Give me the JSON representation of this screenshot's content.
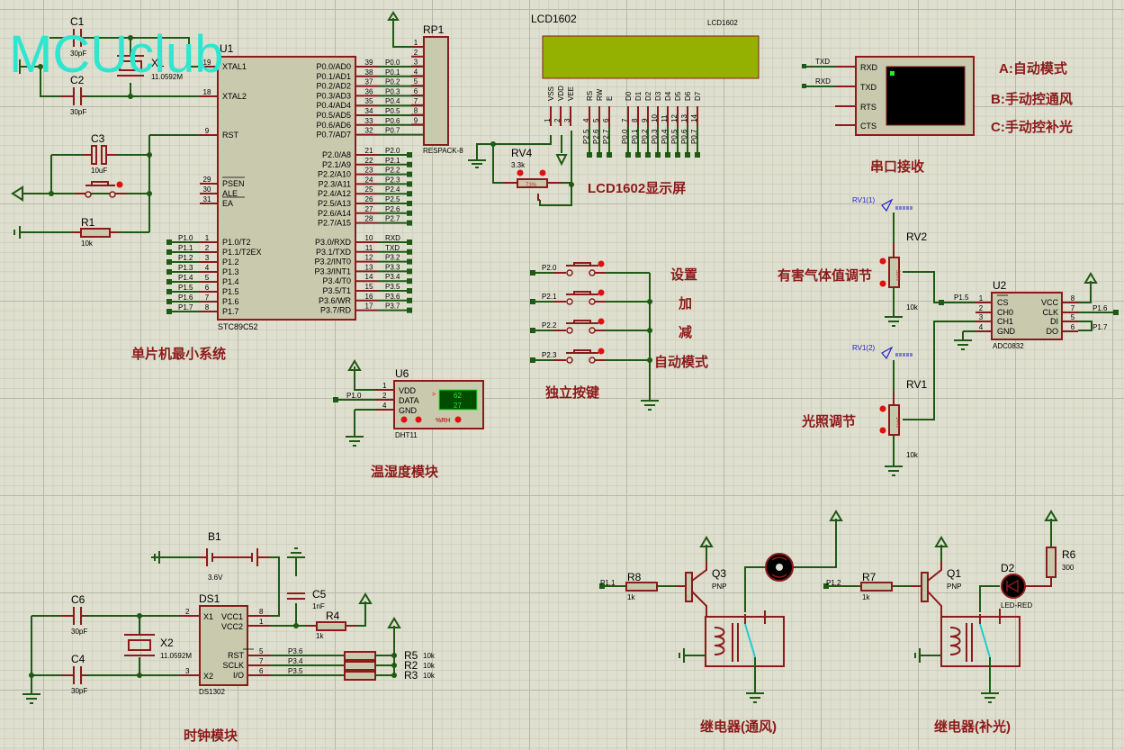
{
  "watermark": "MCUclub",
  "mcu": {
    "ref": "U1",
    "part": "STC89C52",
    "left_pins": [
      {
        "num": "19",
        "name": "XTAL1"
      },
      {
        "num": "18",
        "name": "XTAL2"
      },
      {
        "num": "9",
        "name": "RST"
      },
      {
        "num": "29",
        "name": "PSEN"
      },
      {
        "num": "30",
        "name": "ALE"
      },
      {
        "num": "31",
        "name": "EA"
      },
      {
        "num": "1",
        "name": "P1.0/T2",
        "net": "P1.0"
      },
      {
        "num": "2",
        "name": "P1.1/T2EX",
        "net": "P1.1"
      },
      {
        "num": "3",
        "name": "P1.2",
        "net": "P1.2"
      },
      {
        "num": "4",
        "name": "P1.3",
        "net": "P1.3"
      },
      {
        "num": "5",
        "name": "P1.4",
        "net": "P1.4"
      },
      {
        "num": "6",
        "name": "P1.5",
        "net": "P1.5"
      },
      {
        "num": "7",
        "name": "P1.6",
        "net": "P1.6"
      },
      {
        "num": "8",
        "name": "P1.7",
        "net": "P1.7"
      }
    ],
    "right_pins": [
      {
        "num": "39",
        "name": "P0.0/AD0",
        "net": "P0.0"
      },
      {
        "num": "38",
        "name": "P0.1/AD1",
        "net": "P0.1"
      },
      {
        "num": "37",
        "name": "P0.2/AD2",
        "net": "P0.2"
      },
      {
        "num": "36",
        "name": "P0.3/AD3",
        "net": "P0.3"
      },
      {
        "num": "35",
        "name": "P0.4/AD4",
        "net": "P0.4"
      },
      {
        "num": "34",
        "name": "P0.5/AD5",
        "net": "P0.5"
      },
      {
        "num": "33",
        "name": "P0.6/AD6",
        "net": "P0.6"
      },
      {
        "num": "32",
        "name": "P0.7/AD7",
        "net": "P0.7"
      },
      {
        "num": "21",
        "name": "P2.0/A8",
        "net": "P2.0"
      },
      {
        "num": "22",
        "name": "P2.1/A9",
        "net": "P2.1"
      },
      {
        "num": "23",
        "name": "P2.2/A10",
        "net": "P2.2"
      },
      {
        "num": "24",
        "name": "P2.3/A11",
        "net": "P2.3"
      },
      {
        "num": "25",
        "name": "P2.4/A12",
        "net": "P2.4"
      },
      {
        "num": "26",
        "name": "P2.5/A13",
        "net": "P2.5"
      },
      {
        "num": "27",
        "name": "P2.6/A14",
        "net": "P2.6"
      },
      {
        "num": "28",
        "name": "P2.7/A15",
        "net": "P2.7"
      },
      {
        "num": "10",
        "name": "P3.0/RXD",
        "net": "RXD"
      },
      {
        "num": "11",
        "name": "P3.1/TXD",
        "net": "TXD"
      },
      {
        "num": "12",
        "name": "P3.2/INT0",
        "net": "P3.2"
      },
      {
        "num": "13",
        "name": "P3.3/INT1",
        "net": "P3.3"
      },
      {
        "num": "14",
        "name": "P3.4/T0",
        "net": "P3.4"
      },
      {
        "num": "15",
        "name": "P3.5/T1",
        "net": "P3.5"
      },
      {
        "num": "16",
        "name": "P3.6/WR",
        "net": "P3.6"
      },
      {
        "num": "17",
        "name": "P3.7/RD",
        "net": "P3.7"
      }
    ]
  },
  "osc": {
    "c1": {
      "ref": "C1",
      "value": "30pF"
    },
    "c2": {
      "ref": "C2",
      "value": "30pF"
    },
    "x1": {
      "ref": "X1",
      "value": "11.0592M"
    },
    "c3": {
      "ref": "C3",
      "value": "10uF"
    },
    "r1": {
      "ref": "R1",
      "value": "10k"
    }
  },
  "rp1": {
    "ref": "RP1",
    "part": "RESPACK-8",
    "pins": [
      "1",
      "2",
      "3",
      "4",
      "5",
      "6",
      "7",
      "8",
      "9"
    ]
  },
  "lcd": {
    "ref": "LCD1602",
    "part": "LCD1602",
    "pins": [
      {
        "name": "VSS",
        "num": "1"
      },
      {
        "name": "VDD",
        "num": "2"
      },
      {
        "name": "VEE",
        "num": "3"
      },
      {
        "name": "RS",
        "num": "4",
        "net": "P2.5"
      },
      {
        "name": "RW",
        "num": "5",
        "net": "P2.6"
      },
      {
        "name": "E",
        "num": "6",
        "net": "P2.7"
      },
      {
        "name": "D0",
        "num": "7",
        "net": "P0.0"
      },
      {
        "name": "D1",
        "num": "8",
        "net": "P0.1"
      },
      {
        "name": "D2",
        "num": "9",
        "net": "P0.2"
      },
      {
        "name": "D3",
        "num": "10",
        "net": "P0.3"
      },
      {
        "name": "D4",
        "num": "11",
        "net": "P0.4"
      },
      {
        "name": "D5",
        "num": "12",
        "net": "P0.5"
      },
      {
        "name": "D6",
        "num": "13",
        "net": "P0.6"
      },
      {
        "name": "D7",
        "num": "14",
        "net": "P0.7"
      }
    ],
    "rv4": {
      "ref": "RV4",
      "value": "3.3k",
      "percent": "73%"
    },
    "section_label": "LCD1602显示屏"
  },
  "serial": {
    "pins": [
      "RXD",
      "TXD",
      "RTS",
      "CTS"
    ],
    "nets": [
      "TXD",
      "RXD"
    ],
    "section_label": "串口接收",
    "modes": [
      "A:自动模式",
      "B:手动控通风",
      "C:手动控补光"
    ]
  },
  "adc": {
    "ref": "U2",
    "part": "ADC0832",
    "left_pins": [
      {
        "num": "1",
        "name": "CS",
        "net": "P1.5"
      },
      {
        "num": "2",
        "name": "CH0"
      },
      {
        "num": "3",
        "name": "CH1"
      },
      {
        "num": "4",
        "name": "GND"
      }
    ],
    "right_pins": [
      {
        "num": "8",
        "name": "VCC"
      },
      {
        "num": "7",
        "name": "CLK",
        "net": "P1.6"
      },
      {
        "num": "5",
        "name": "DI"
      },
      {
        "num": "6",
        "name": "DO",
        "net": "P1.7"
      }
    ],
    "rv2": {
      "ref": "RV2",
      "value": "10k",
      "percent": "36%",
      "probe": "RV1(1)",
      "label": "有害气体值调节"
    },
    "rv1": {
      "ref": "RV1",
      "value": "10k",
      "percent": "14%",
      "probe": "RV1(2)",
      "label": "光照调节"
    }
  },
  "buttons": {
    "items": [
      {
        "net": "P2.0",
        "label": "设置"
      },
      {
        "net": "P2.1",
        "label": "加"
      },
      {
        "net": "P2.2",
        "label": "减"
      },
      {
        "net": "P2.3",
        "label": "自动模式"
      }
    ],
    "section_label": "独立按键"
  },
  "dht": {
    "ref": "U6",
    "part": "DHT11",
    "net": "P1.0",
    "pins": [
      {
        "num": "1",
        "name": "VDD"
      },
      {
        "num": "2",
        "name": "DATA"
      },
      {
        "num": "4",
        "name": "GND"
      }
    ],
    "humidity": "62",
    "temperature": "27",
    "unit": "%RH",
    "section_label": "温湿度模块"
  },
  "clock": {
    "ref": "DS1",
    "part": "DS1302",
    "b1": {
      "ref": "B1",
      "value": "3.6V"
    },
    "c6": {
      "ref": "C6",
      "value": "30pF"
    },
    "c4": {
      "ref": "C4",
      "value": "30pF"
    },
    "x2": {
      "ref": "X2",
      "value": "11.0592M"
    },
    "c5": {
      "ref": "C5",
      "value": "1nF"
    },
    "r4": {
      "ref": "R4",
      "value": "1k"
    },
    "pull": [
      {
        "ref": "R5",
        "value": "10k",
        "net": "P3.6",
        "num": "5",
        "name": "RST"
      },
      {
        "ref": "R2",
        "value": "10k",
        "net": "P3.4",
        "num": "7",
        "name": "SCLK"
      },
      {
        "ref": "R3",
        "value": "10k",
        "net": "P3.5",
        "num": "6",
        "name": "I/O"
      }
    ],
    "pins": [
      {
        "num": "2",
        "name": "X1"
      },
      {
        "num": "3",
        "name": "X2"
      },
      {
        "num": "8",
        "name": "VCC1"
      },
      {
        "num": "1",
        "name": "VCC2"
      }
    ],
    "section_label": "时钟模块"
  },
  "relay_fan": {
    "r": {
      "ref": "R8",
      "value": "1k"
    },
    "q": {
      "ref": "Q3",
      "type": "PNP"
    },
    "net": "P1.1",
    "section_label": "继电器(通风)"
  },
  "relay_light": {
    "r": {
      "ref": "R7",
      "value": "1k"
    },
    "q": {
      "ref": "Q1",
      "type": "PNP"
    },
    "net": "P1.2",
    "led": {
      "ref": "D2",
      "part": "LED-RED"
    },
    "r6": {
      "ref": "R6",
      "value": "300"
    },
    "section_label": "继电器(补光)"
  },
  "mcu_section_label": "单片机最小系统",
  "colors": {
    "background": "#dfdfcf",
    "grid": "#c3c3b3",
    "wire": "#1e5a14",
    "component": "#8b1a1a",
    "body": "#c9c9ae",
    "lcd": "#94b000",
    "label": "#8b1a1a",
    "watermark": "#2ee6d0"
  }
}
